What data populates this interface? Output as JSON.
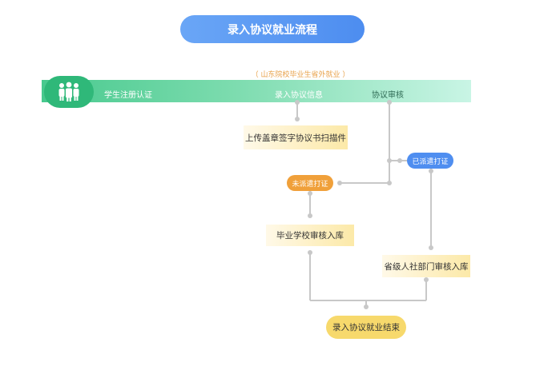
{
  "title": "录入协议就业流程",
  "subtitle": "（ 山东院校毕业生省外就业 ）",
  "band": {
    "icon": "people-group-icon",
    "steps": [
      "学生注册认证",
      "录入协议信息",
      "协议审核"
    ]
  },
  "nodes": {
    "upload": "上传盖章签字协议书扫描件",
    "not_sent": "未派遣打证",
    "sent": "已派遣打证",
    "school_review": "毕业学校审核入库",
    "province_review": "省级人社部门审核入库",
    "end": "录入协议就业结束"
  },
  "colors": {
    "title_blue": "#4d8df0",
    "band_green": "#2fb879",
    "orange": "#f0a03a",
    "yellow": "#f7d96c",
    "connector_gray": "#c8c8c8"
  }
}
